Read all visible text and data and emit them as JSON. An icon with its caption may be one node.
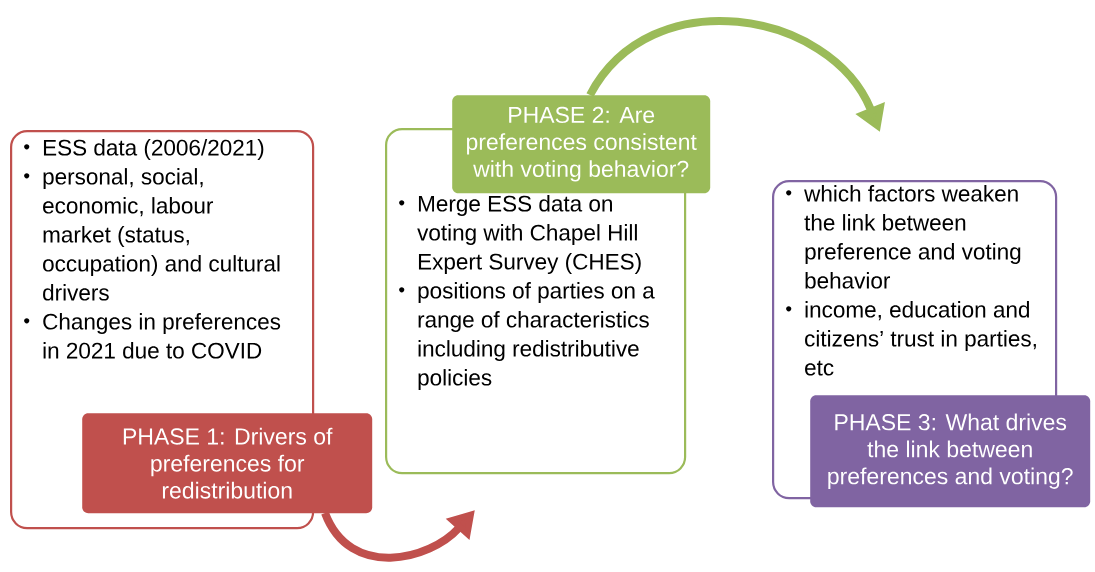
{
  "diagram": {
    "nodes": [
      {
        "text": [
          "ESS data (2006/2021)",
          "personal, social, economic, labour market (status, occupation) and cultural drivers",
          "Changes in preferences in 2021 due to COVID"
        ]
      },
      {
        "text": [
          "PHASE 1: Drivers of preferences for redistribution"
        ]
      },
      {
        "text": [
          "Merge ESS data on voting with Chapel Hill Expert Survey (CHES)",
          "positions of parties on a range of characteristics including redistributive policies"
        ]
      },
      {
        "text": [
          "PHASE 2: Are preferences consistent with voting behavior?"
        ]
      },
      {
        "text": [
          "which factors weaken the link between preference and voting behavior",
          "income, education and citizens’ trust in parties, etc"
        ]
      },
      {
        "text": [
          "PHASE 3: What drives the link between preferences and voting?"
        ]
      }
    ],
    "edges": [
      {
        "from": 1,
        "to": 2,
        "arrow": "to",
        "color": "#c0504d"
      },
      {
        "from": 3,
        "to": 4,
        "arrow": "to",
        "color": "#9bbb59"
      }
    ]
  }
}
